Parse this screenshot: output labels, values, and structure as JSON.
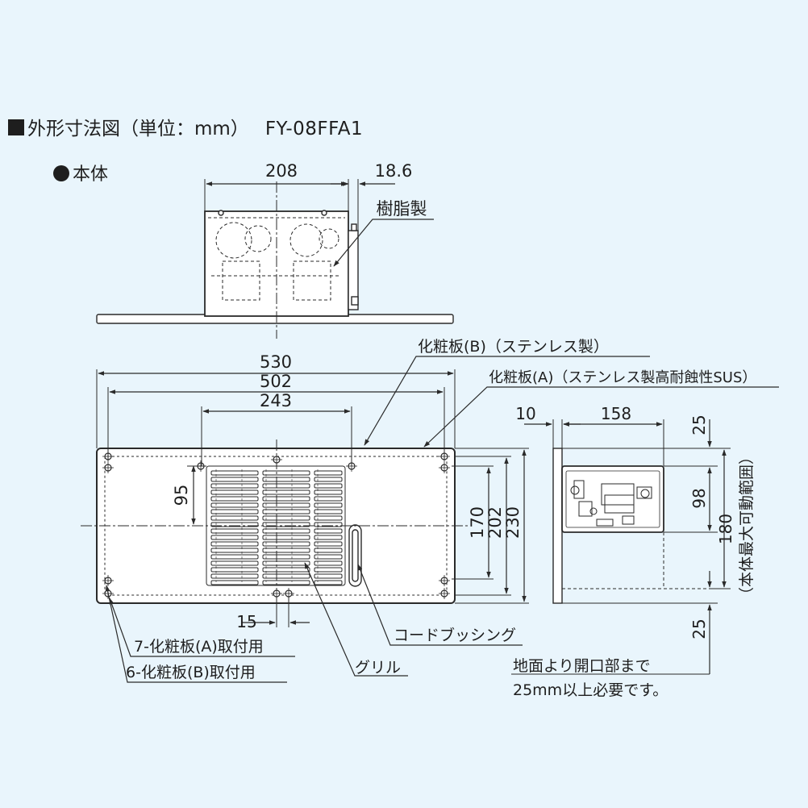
{
  "title": {
    "heading": "外形寸法図（単位：mm）",
    "model": "FY-08FFA1"
  },
  "subtitle": "本体",
  "top_view": {
    "dim_width": "208",
    "dim_offset": "18.6",
    "material_label": "樹脂製"
  },
  "front_view": {
    "dim_overall_width": "530",
    "dim_mid_width": "502",
    "dim_inner_width": "243",
    "dim_half_height": "95",
    "dim_height_1": "170",
    "dim_height_2": "202",
    "dim_height_3": "230",
    "dim_hole_offset": "15",
    "label_panel_b": "化粧板(B)（ステンレス製）",
    "label_panel_a": "化粧板(A)（ステンレス製高耐蝕性SUS）",
    "label_mount_a": "7-化粧板(A)取付用",
    "label_mount_b": "6-化粧板(B)取付用",
    "label_grille": "グリル",
    "label_bushing": "コードブッシング"
  },
  "side_view": {
    "dim_left": "10",
    "dim_depth": "158",
    "dim_top": "25",
    "dim_inner": "98",
    "dim_range": "180",
    "range_label": "（本体最大可動範囲）",
    "dim_bottom": "25",
    "note_line1": "地面より開口部まで",
    "note_line2": "25mm以上必要です。"
  },
  "colors": {
    "background": "#e9f5fc",
    "line": "#2a2a2a",
    "panel_fill": "#ffffff"
  }
}
